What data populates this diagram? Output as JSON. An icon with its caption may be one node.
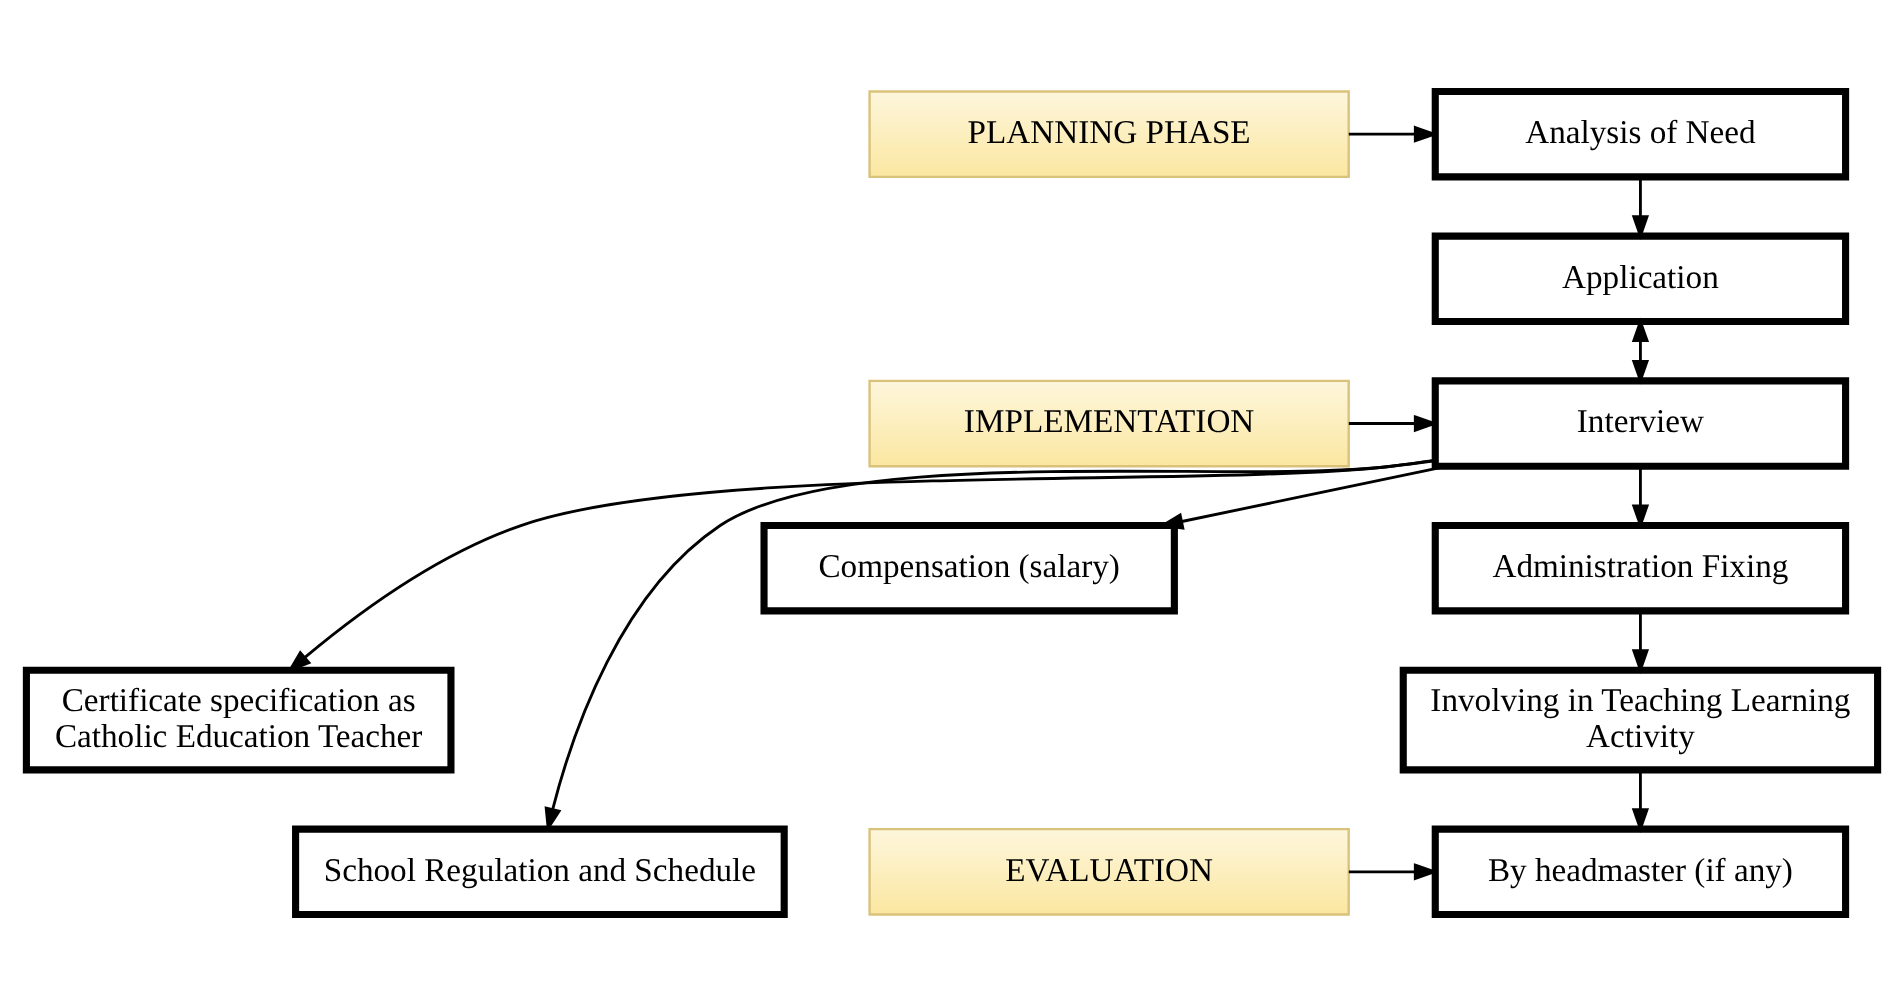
{
  "diagram": {
    "nodes": [
      {
        "text": [
          "PLANNING PHASE"
        ]
      },
      {
        "text": [
          "Analysis of Need"
        ]
      },
      {
        "text": [
          "Application"
        ]
      },
      {
        "text": [
          "IMPLEMENTATION"
        ]
      },
      {
        "text": [
          "Interview"
        ]
      },
      {
        "text": [
          "Certificate specification as Catholic Education Teacher"
        ]
      },
      {
        "text": [
          "School Regulation and Schedule"
        ]
      },
      {
        "text": [
          "Compensation (salary)"
        ]
      },
      {
        "text": [
          "Administration Fixing"
        ]
      },
      {
        "text": [
          "Involving in Teaching Learning Activity"
        ]
      },
      {
        "text": [
          "EVALUATION"
        ]
      },
      {
        "text": [
          "By headmaster (if any)"
        ]
      }
    ],
    "edges": [
      {
        "from": 0,
        "to": 1,
        "arrow": "to"
      },
      {
        "from": 1,
        "to": 2,
        "arrow": "to"
      },
      {
        "from": 2,
        "to": 4,
        "arrow": "both"
      },
      {
        "from": 3,
        "to": 4,
        "arrow": "to"
      },
      {
        "from": 4,
        "to": 5,
        "arrow": "to"
      },
      {
        "from": 4,
        "to": 6,
        "arrow": "to"
      },
      {
        "from": 4,
        "to": 7,
        "arrow": "to"
      },
      {
        "from": 4,
        "to": 8,
        "arrow": "to"
      },
      {
        "from": 8,
        "to": 9,
        "arrow": "to"
      },
      {
        "from": 9,
        "to": 11,
        "arrow": "to"
      },
      {
        "from": 10,
        "to": 11,
        "arrow": "to"
      }
    ]
  }
}
